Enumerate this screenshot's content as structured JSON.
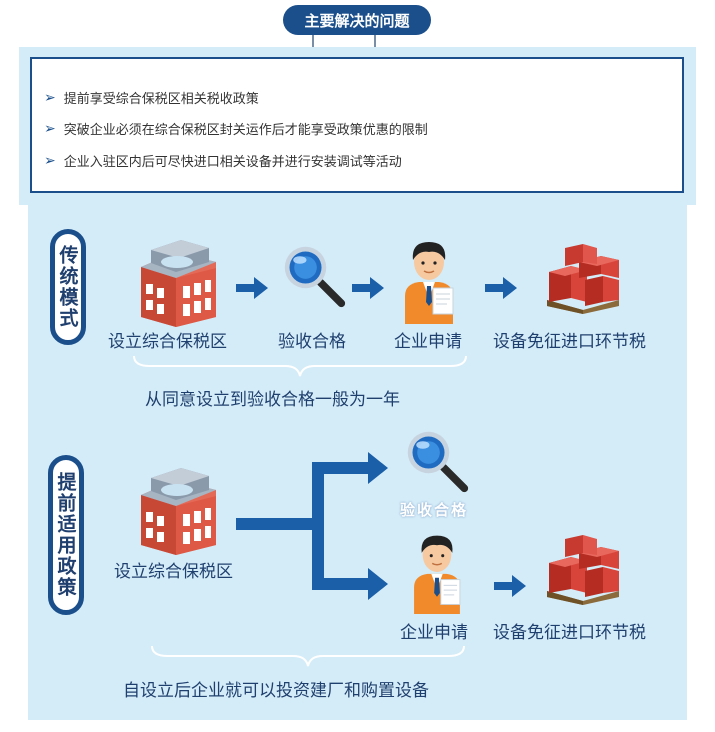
{
  "header": {
    "title": "主要解决的问题"
  },
  "problems": [
    "提前享受综合保税区相关税收政策",
    "突破企业必须在综合保税区封关运作后才能享受政策优惠的限制",
    "企业入驻区内后可尽快进口相关设备并进行安装调试等活动"
  ],
  "traditional": {
    "label": "传统模式",
    "steps": [
      "设立综合保税区",
      "验收合格",
      "企业申请",
      "设备免征进口环节税"
    ],
    "note": "从同意设立到验收合格一般为一年"
  },
  "early": {
    "label": "提前适用政策",
    "start": "设立综合保税区",
    "branch_top": "验收合格",
    "branch_bottom": "企业申请",
    "result": "设备免征进口环节税",
    "note": "自设立后企业就可以投资建厂和购置设备"
  },
  "icons": [
    "building-icon",
    "magnifier-icon",
    "businessman-icon",
    "cargo-boxes-icon",
    "right-arrow-icon"
  ],
  "colors": {
    "brand": "#1a4f8c",
    "panel": "#d4ecf8",
    "building": "#d9523f",
    "box": "#c8362a"
  }
}
